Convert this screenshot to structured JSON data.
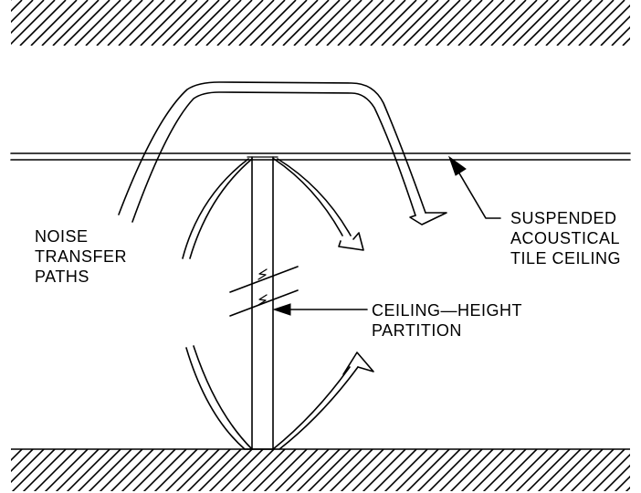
{
  "labels": {
    "noise_transfer_paths": "NOISE\nTRANSFER\nPATHS",
    "suspended_ceiling": "SUSPENDED\nACOUSTICAL\nTILE CEILING",
    "partition": "CEILING—HEIGHT\nPARTITION"
  }
}
